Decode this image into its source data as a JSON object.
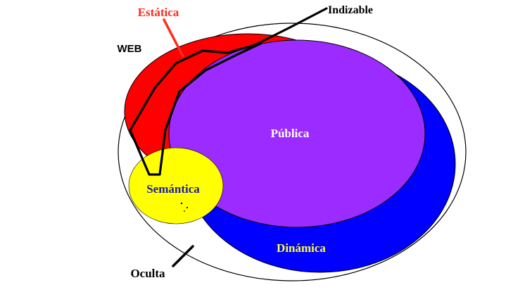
{
  "labels": {
    "web": "WEB",
    "estatica": "Estática",
    "indizable": "Indizable",
    "publica": "Pública",
    "semantica": "Semántica",
    "dinamica": "Dinámica",
    "oculta": "Oculta"
  },
  "colors": {
    "background": "#ffffff",
    "outline": "#000000",
    "web_fill": "#ffffff",
    "estatica": "#ff0000",
    "estatica_label": "#ff2a1a",
    "dinamica": "#0000ff",
    "dinamica_label": "#ffff33",
    "publica": "#9b2bff",
    "publica_label": "#ffffff",
    "semantica": "#ffff00",
    "semantica_label": "#1a1aa6",
    "text_dark": "#000000"
  }
}
